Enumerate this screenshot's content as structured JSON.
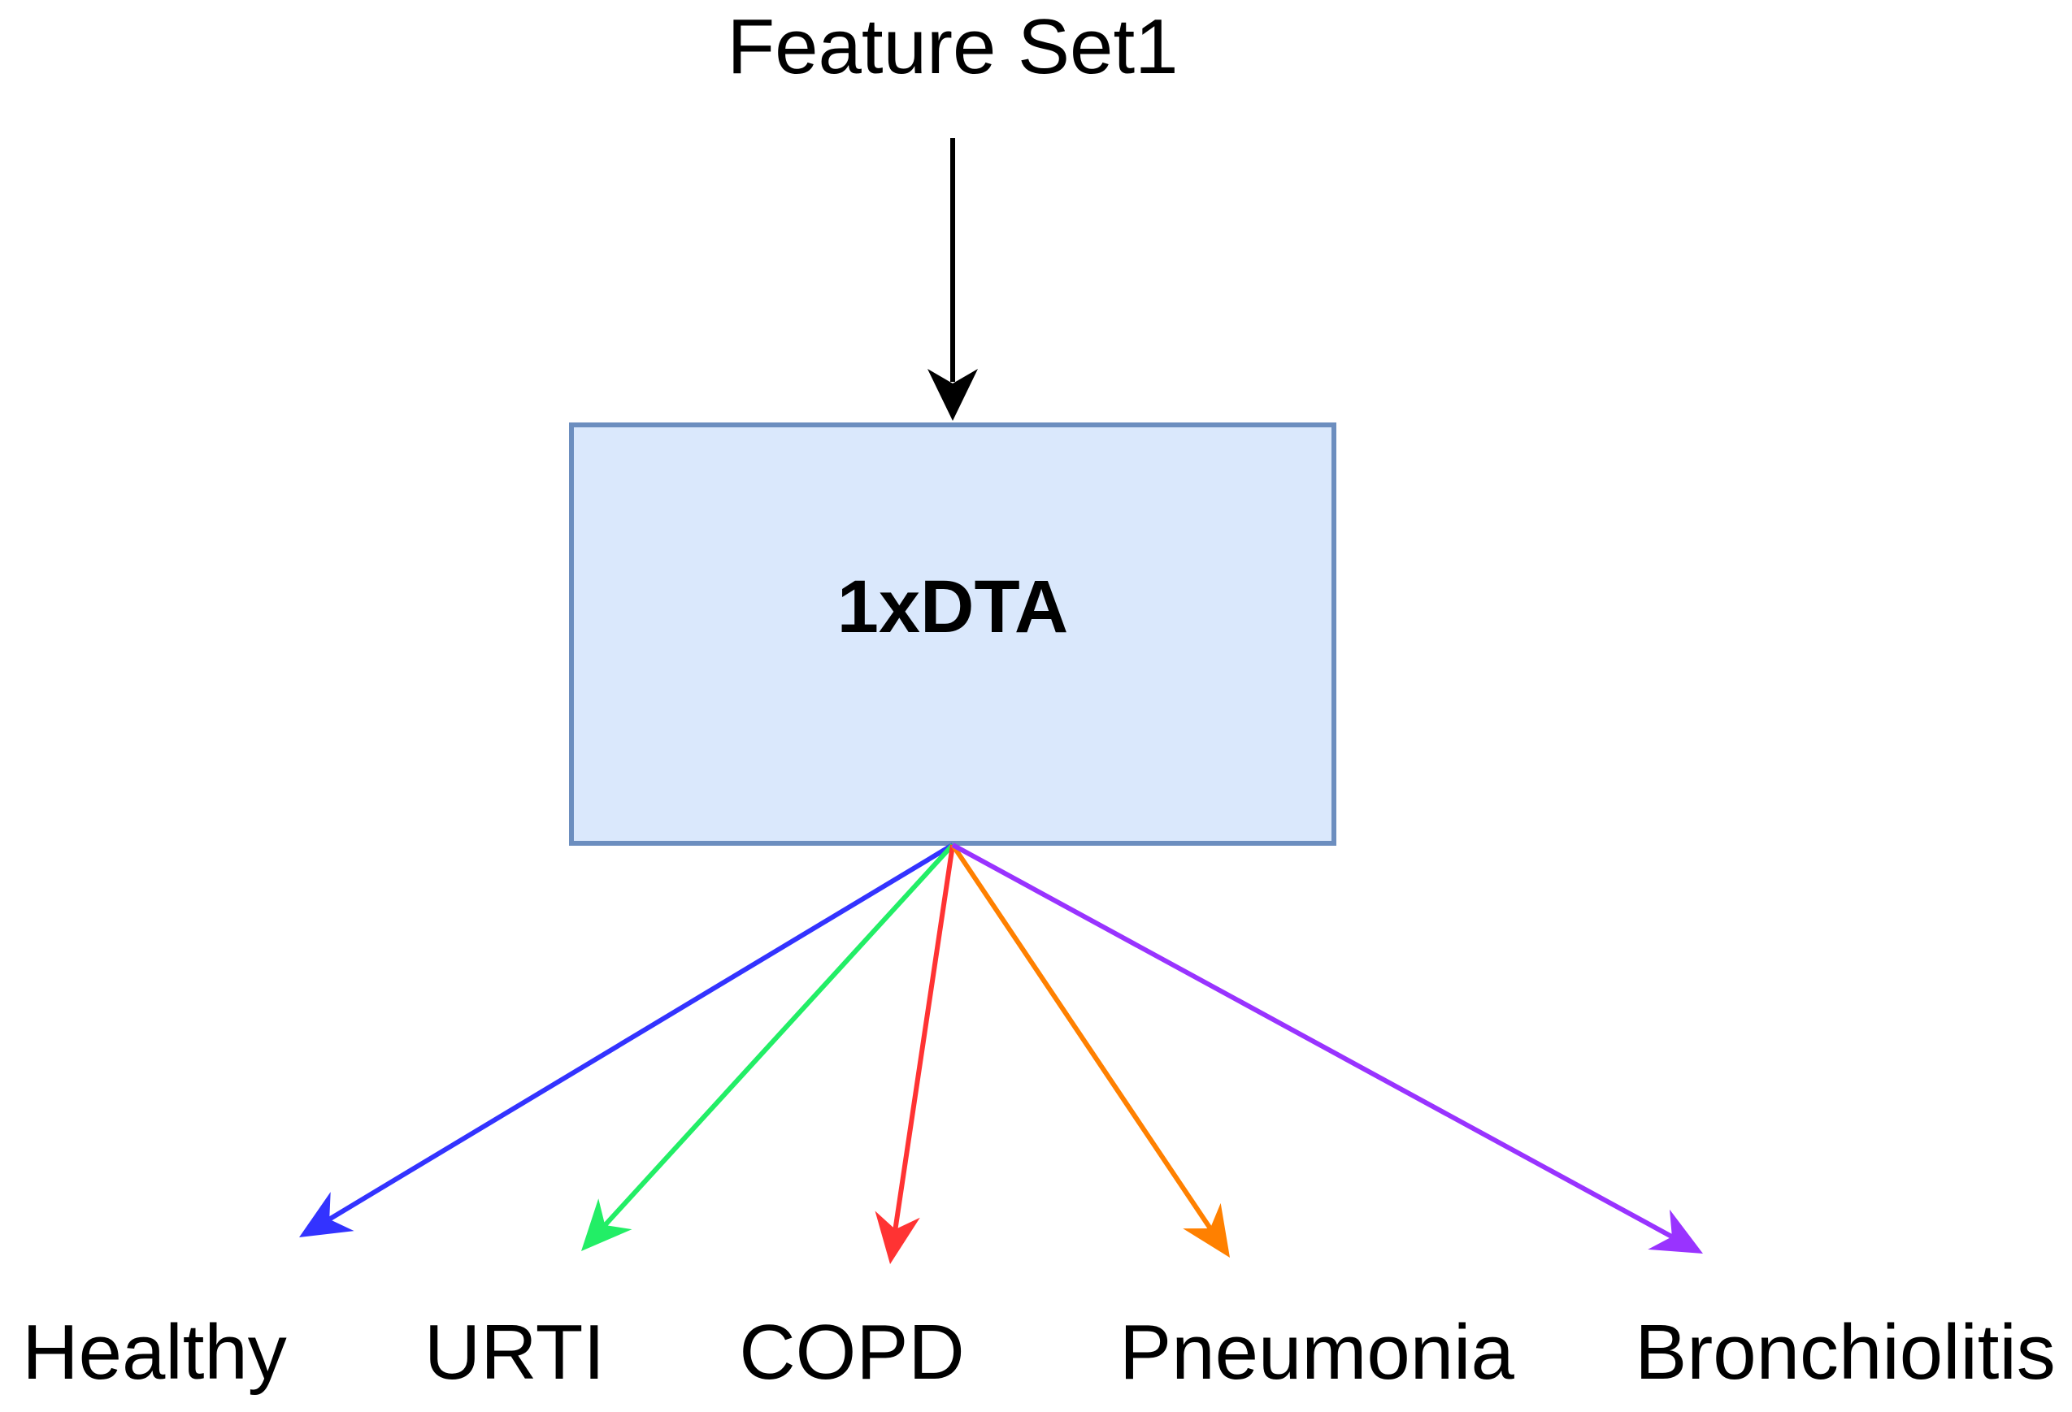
{
  "input_label": "Feature Set1",
  "model": {
    "label": "1xDTA",
    "fill": "#dae8fc",
    "stroke": "#6c8ebf"
  },
  "input_arrow_color": "#000000",
  "outputs": [
    {
      "label": "Healthy",
      "color": "#3333ff"
    },
    {
      "label": "URTI",
      "color": "#22ee66"
    },
    {
      "label": "COPD",
      "color": "#ff3333"
    },
    {
      "label": "Pneumonia",
      "color": "#ff8000"
    },
    {
      "label": "Bronchiolitis",
      "color": "#9933ff"
    }
  ]
}
